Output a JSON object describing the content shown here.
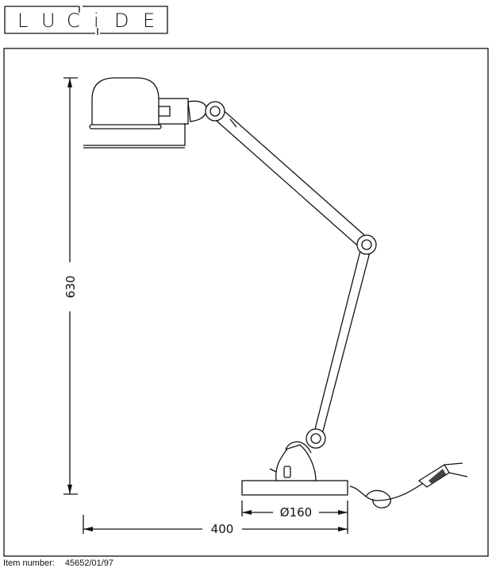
{
  "brand": {
    "logo_text": "LUCIDE",
    "letters": [
      "L",
      "U",
      "C",
      "i",
      "D",
      "E"
    ]
  },
  "drawing": {
    "height_dimension": "630",
    "width_dimension": "400",
    "base_diameter": "Ø160"
  },
  "footer": {
    "item_label": "Item number:",
    "item_value": "45652/01/97"
  }
}
